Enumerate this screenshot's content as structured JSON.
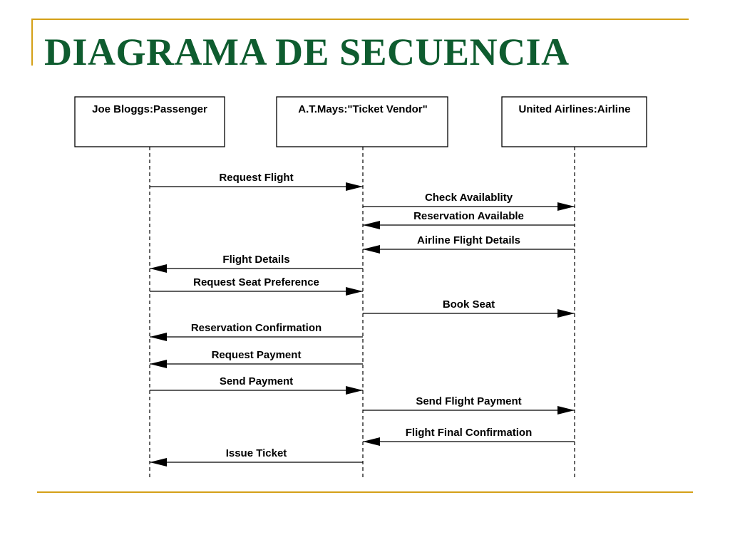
{
  "title": "DIAGRAMA DE SECUENCIA",
  "colors": {
    "title": "#0e5c2f",
    "rule": "#d4a017",
    "line": "#000000"
  },
  "participants": [
    {
      "id": "passenger",
      "label": "Joe Bloggs:Passenger"
    },
    {
      "id": "vendor",
      "label": "A.T.Mays:\"Ticket Vendor\""
    },
    {
      "id": "airline",
      "label": "United Airlines:Airline"
    }
  ],
  "messages": [
    {
      "label": "Request Flight",
      "from": "passenger",
      "to": "vendor"
    },
    {
      "label": "Check Availablity",
      "from": "vendor",
      "to": "airline"
    },
    {
      "label": "Reservation Available",
      "from": "airline",
      "to": "vendor"
    },
    {
      "label": "Airline Flight Details",
      "from": "airline",
      "to": "vendor"
    },
    {
      "label": "Flight Details",
      "from": "vendor",
      "to": "passenger"
    },
    {
      "label": "Request Seat Preference",
      "from": "passenger",
      "to": "vendor"
    },
    {
      "label": "Book Seat",
      "from": "vendor",
      "to": "airline"
    },
    {
      "label": "Reservation Confirmation",
      "from": "vendor",
      "to": "passenger"
    },
    {
      "label": "Request Payment",
      "from": "vendor",
      "to": "passenger"
    },
    {
      "label": "Send Payment",
      "from": "passenger",
      "to": "vendor"
    },
    {
      "label": "Send Flight Payment",
      "from": "vendor",
      "to": "airline"
    },
    {
      "label": "Flight Final Confirmation",
      "from": "airline",
      "to": "vendor"
    },
    {
      "label": "Issue Ticket",
      "from": "vendor",
      "to": "passenger"
    }
  ]
}
